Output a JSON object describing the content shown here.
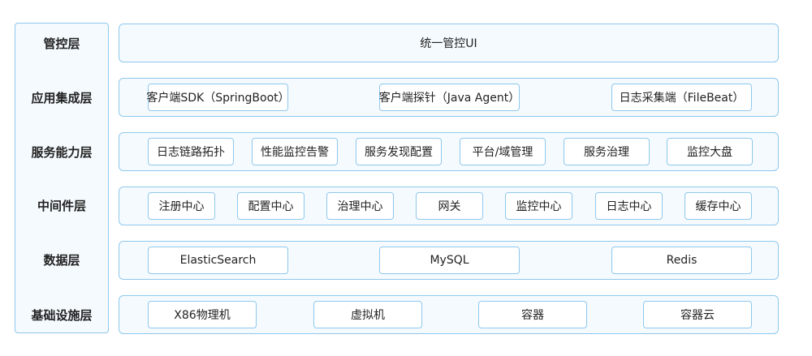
{
  "layers": [
    {
      "name": "管控层",
      "title": "统一管控UI",
      "items": []
    },
    {
      "name": "应用集成层",
      "items": [
        "客户端SDK（SpringBoot）",
        "客户端探针（Java Agent）",
        "日志采集端（FileBeat）"
      ]
    },
    {
      "name": "服务能力层",
      "items": [
        "日志链路拓扑",
        "性能监控告警",
        "服务发现配置",
        "平台/域管理",
        "服务治理",
        "监控大盘"
      ]
    },
    {
      "name": "中间件层",
      "items": [
        "注册中心",
        "配置中心",
        "治理中心",
        "网关",
        "监控中心",
        "日志中心",
        "缓存中心"
      ]
    },
    {
      "name": "数据层",
      "items": [
        "ElasticSearch",
        "MySQL",
        "Redis"
      ]
    },
    {
      "name": "基础设施层",
      "items": [
        "X86物理机",
        "虚拟机",
        "容器",
        "容器云"
      ]
    }
  ]
}
